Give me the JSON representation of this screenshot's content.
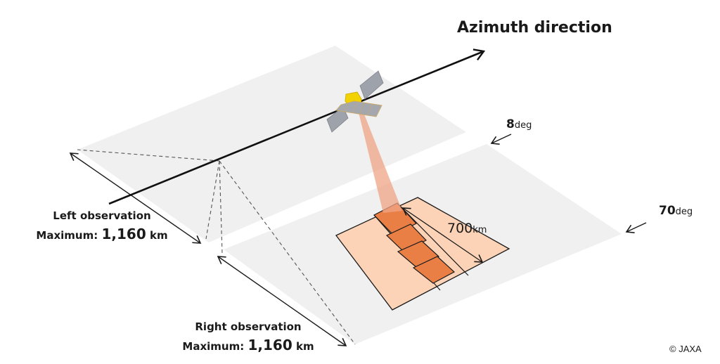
{
  "title": "Azimuth direction",
  "angles": {
    "inner": {
      "value": "8",
      "unit": "deg"
    },
    "outer": {
      "value": "70",
      "unit": "deg"
    }
  },
  "left_observation": {
    "label": "Left observation",
    "max_label": "Maximum",
    "separator": ":",
    "value": "1,160",
    "unit": "km"
  },
  "right_observation": {
    "label": "Right observation",
    "max_label": "Maximum",
    "separator": ":",
    "value": "1,160",
    "unit": "km"
  },
  "swath": {
    "value": "700",
    "unit": "km"
  },
  "credit": "© JAXA",
  "colors": {
    "plane": "#eff0ef",
    "footprint": "#fcd3b6",
    "tiles": "#ea7f45",
    "beam": "#f0a486",
    "panel": "#9ea3ab",
    "body": "#f2d200"
  }
}
